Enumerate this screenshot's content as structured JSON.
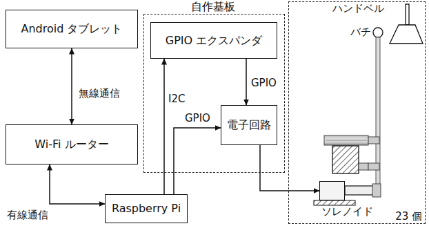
{
  "diagram": {
    "nodes": [
      {
        "text": [
          "Android タブレット"
        ]
      },
      {
        "text": [
          "自作基板"
        ]
      },
      {
        "text": [
          "GPIO エクスパンダ"
        ],
        "in": 1
      },
      {
        "text": [
          "電子回路"
        ],
        "in": 1
      },
      {
        "text": [
          "Wi-Fi ルーター"
        ]
      },
      {
        "text": [
          "Raspberry Pi"
        ]
      },
      {
        "text": [
          "23 個"
        ]
      },
      {
        "text": [
          "ソレノイド"
        ],
        "in": 6
      }
    ],
    "edges": [
      {
        "from": 0,
        "to": 4,
        "label": "無線通信",
        "arrow": "both"
      },
      {
        "from": 4,
        "to": 5,
        "label": "有線通信",
        "arrow": "both"
      },
      {
        "from": 5,
        "to": 2,
        "label": "I2C",
        "arrow": "to"
      },
      {
        "from": 5,
        "to": 3,
        "label": "GPIO",
        "arrow": "to"
      },
      {
        "from": 2,
        "to": 3,
        "label": "GPIO",
        "arrow": "to"
      },
      {
        "from": 3,
        "to": 7,
        "arrow": "to"
      }
    ],
    "labels": [
      "ハンドベル",
      "バチ"
    ]
  }
}
